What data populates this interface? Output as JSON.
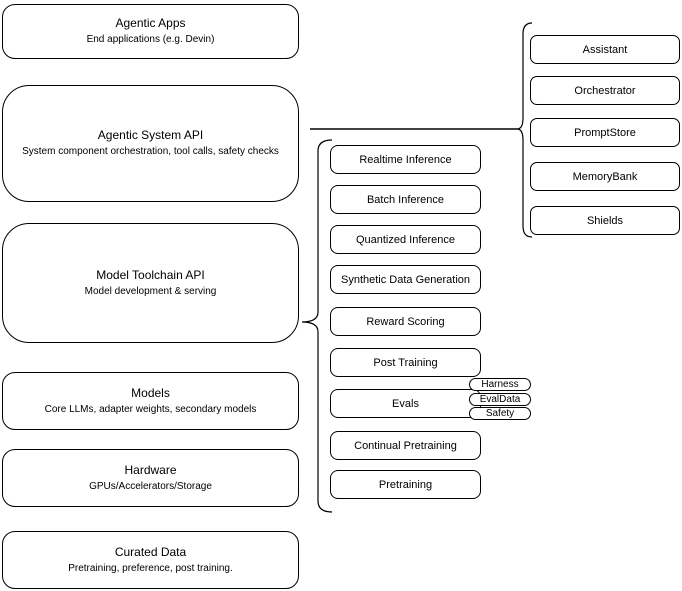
{
  "diagram": {
    "left_stack": [
      {
        "title": "Agentic Apps",
        "subtitle": "End applications (e.g. Devin)"
      },
      {
        "title": "Agentic System API",
        "subtitle": "System component orchestration, tool calls, safety checks"
      },
      {
        "title": "Model Toolchain API",
        "subtitle": "Model development & serving"
      },
      {
        "title": "Models",
        "subtitle": "Core LLMs, adapter weights, secondary models"
      },
      {
        "title": "Hardware",
        "subtitle": "GPUs/Accelerators/Storage"
      },
      {
        "title": "Curated Data",
        "subtitle": "Pretraining, preference, post training."
      }
    ],
    "toolchain_group": {
      "items": [
        "Realtime Inference",
        "Batch Inference",
        "Quantized Inference",
        "Synthetic Data Generation",
        "Reward Scoring",
        "Post Training",
        "Evals",
        "Continual Pretraining",
        "Pretraining"
      ],
      "evals_tags": [
        "Harness",
        "EvalData",
        "Safety"
      ]
    },
    "system_group": {
      "items": [
        "Assistant",
        "Orchestrator",
        "PromptStore",
        "MemoryBank",
        "Shields"
      ]
    },
    "colors": {
      "stroke": "#000000",
      "fill": "#ffffff",
      "background": "#ffffff",
      "text": "#000000"
    }
  }
}
